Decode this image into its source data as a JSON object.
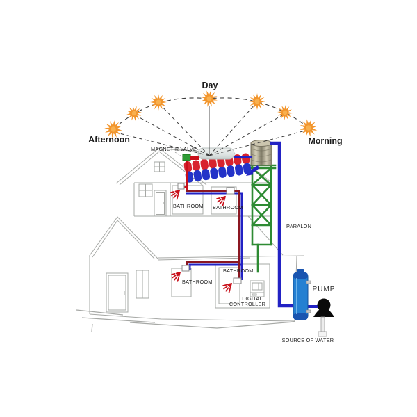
{
  "sun_labels": {
    "day": "Day",
    "afternoon": "Afternoon",
    "morning": "Morning"
  },
  "labels": {
    "magnetic_valve": "MAGNETIK VALVE",
    "bathroom_upper_left": "BATHROOM",
    "bathroom_upper_right": "BATHROOM",
    "bathroom_ground_left": "BATHROOM",
    "bathroom_ground_right": "BATHROOM",
    "paralon": "PARALON",
    "digital_controller_line1": "DIGITAL",
    "digital_controller_line2": "CONTROLLER",
    "pump": "PUMP",
    "source_of_water": "SOURCE OF WATER"
  },
  "colors": {
    "sun": "#F2952C",
    "sun_core": "#F8B04E",
    "ray": "#3C3C3C",
    "house_line": "#A6A8A5",
    "collector_red": "#D8232E",
    "collector_blue": "#2433C8",
    "collector_tank": "#E4E8E7",
    "hot_pipe": "#8B1721",
    "cold_pipe": "#2222C4",
    "valve_red": "#C8101A",
    "valve_green": "#2E9B35",
    "truss_green": "#2E8B33",
    "filter_blue": "#2580D2",
    "pump_black": "#0A0A0A",
    "label_text": "#1C1C1C"
  }
}
